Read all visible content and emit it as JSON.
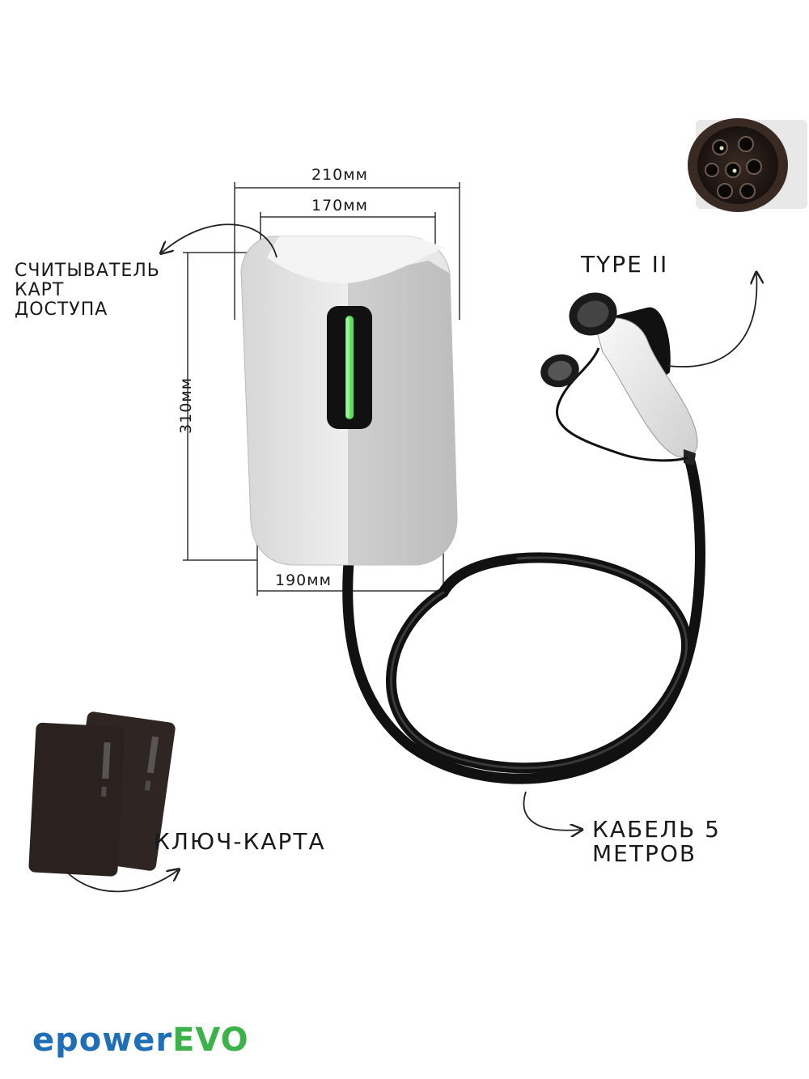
{
  "dimensions": {
    "outer_width": "210мм",
    "inner_width": "170мм",
    "height": "310мм",
    "bottom_width": "190мм"
  },
  "callouts": {
    "card_reader": [
      "СЧИТЫВАТЕЛЬ",
      "КАРТ",
      "ДОСТУПА"
    ],
    "connector": "TYPE II",
    "key_card": "КЛЮЧ-КАРТА",
    "cable": [
      "КАБЕЛЬ 5",
      "МЕТРОВ"
    ]
  },
  "logo": {
    "part1": "epower",
    "part2": "EVO"
  },
  "colors": {
    "led": "#5be05b",
    "cable": "#111111",
    "body_light": "#e9e9ea",
    "body_shade": "#c9c9ca",
    "card": "#2b2220",
    "logo_blue": "#1e6fb8",
    "logo_green": "#3cb34a"
  }
}
